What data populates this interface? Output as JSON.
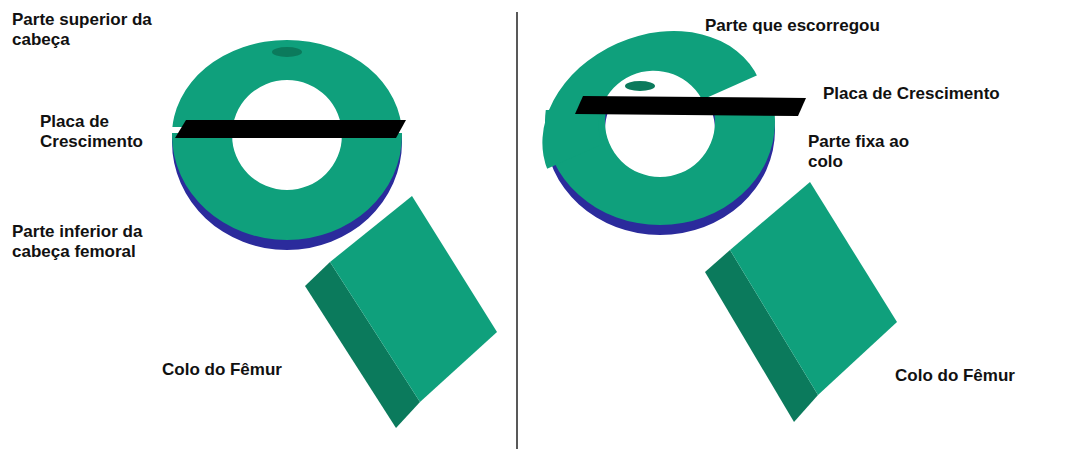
{
  "diagram": {
    "labels": [
      "Parte superior da cabeça",
      "Placa de Crescimento",
      "Parte inferior da cabeça femoral",
      "Colo do Fêmur",
      "Parte que escorregou",
      "Placa de Crescimento",
      "Parte fixa ao colo",
      "Colo do Fêmur"
    ]
  }
}
